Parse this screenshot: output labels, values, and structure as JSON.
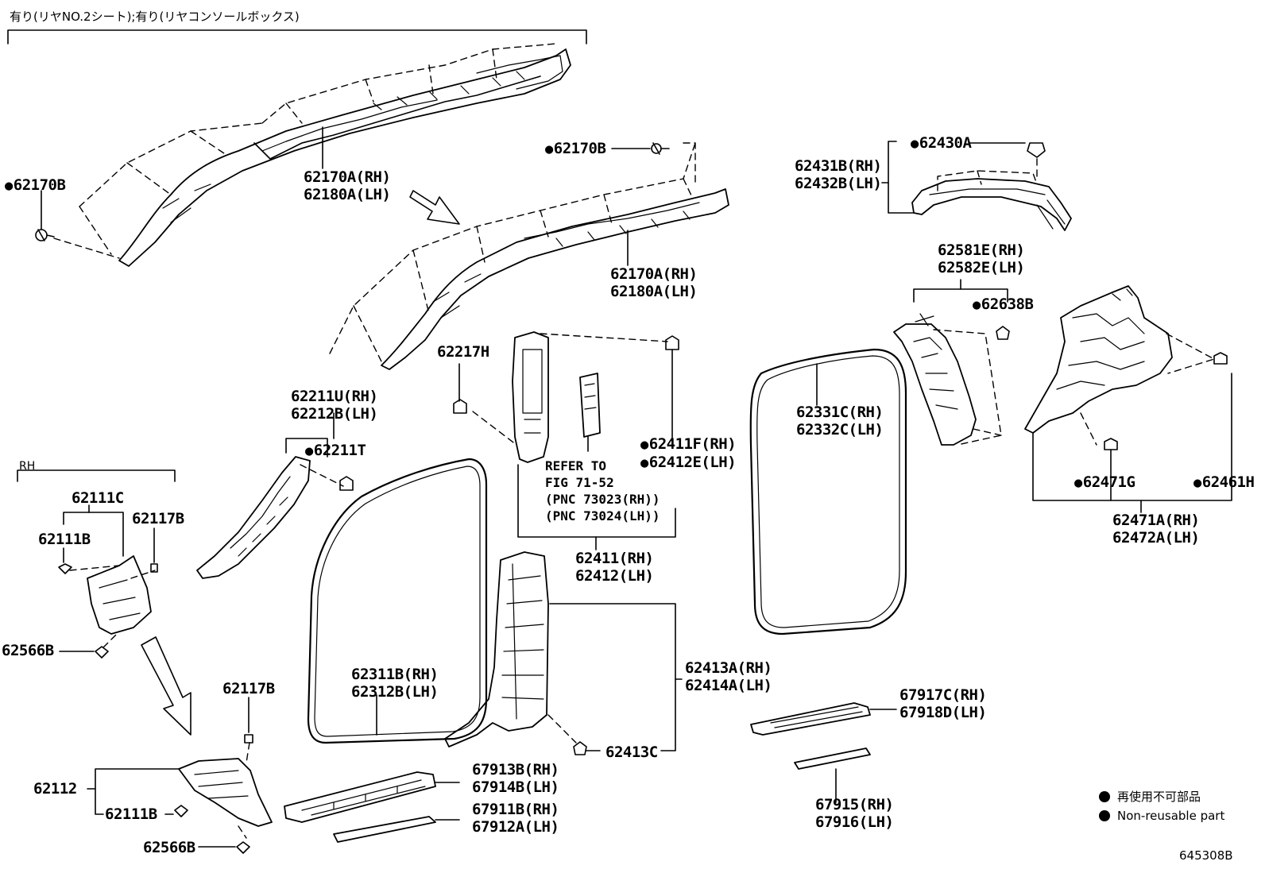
{
  "header": {
    "condition": "有り(リヤNO.2シート);有り(リヤコンソールボックス)",
    "rh_group": "RH"
  },
  "callouts": {
    "c62170B_a": "62170B",
    "c62170A_top": [
      "62170A(RH)",
      "62180A(LH)"
    ],
    "c62170B_b": "62170B",
    "c62170A_mid": [
      "62170A(RH)",
      "62180A(LH)"
    ],
    "c62430A": "62430A",
    "c62431B": [
      "62431B(RH)",
      "62432B(LH)"
    ],
    "c62581E": [
      "62581E(RH)",
      "62582E(LH)"
    ],
    "c62638B": "62638B",
    "c62217H": "62217H",
    "c62211U": [
      "62211U(RH)",
      "62212B(LH)"
    ],
    "c62211T": "62211T",
    "c62411F": [
      "62411F(RH)",
      "62412E(LH)"
    ],
    "refer": [
      "REFER TO",
      "FIG 71-52",
      "(PNC 73023(RH))",
      "(PNC 73024(LH))"
    ],
    "c62411": [
      "62411(RH)",
      "62412(LH)"
    ],
    "c62331C": [
      "62331C(RH)",
      "62332C(LH)"
    ],
    "c62471G": "62471G",
    "c62461H": "62461H",
    "c62471A": [
      "62471A(RH)",
      "62472A(LH)"
    ],
    "c62111C": "62111C",
    "c62111B_a": "62111B",
    "c62117B_a": "62117B",
    "c62566B_a": "62566B",
    "c62311B": [
      "62311B(RH)",
      "62312B(LH)"
    ],
    "c62413A": [
      "62413A(RH)",
      "62414A(LH)"
    ],
    "c62117B_b": "62117B",
    "c62112": "62112",
    "c62111B_b": "62111B",
    "c62566B_b": "62566B",
    "c67913B": [
      "67913B(RH)",
      "67914B(LH)"
    ],
    "c67911B": [
      "67911B(RH)",
      "67912A(LH)"
    ],
    "c62413C": "62413C",
    "c67917C": [
      "67917C(RH)",
      "67918D(LH)"
    ],
    "c67915": [
      "67915(RH)",
      "67916(LH)"
    ]
  },
  "legend": {
    "jp": "再使用不可部品",
    "en": "Non-reusable part"
  },
  "diagram_id": "645308B",
  "colors": {
    "line": "#000000",
    "background": "#ffffff"
  }
}
